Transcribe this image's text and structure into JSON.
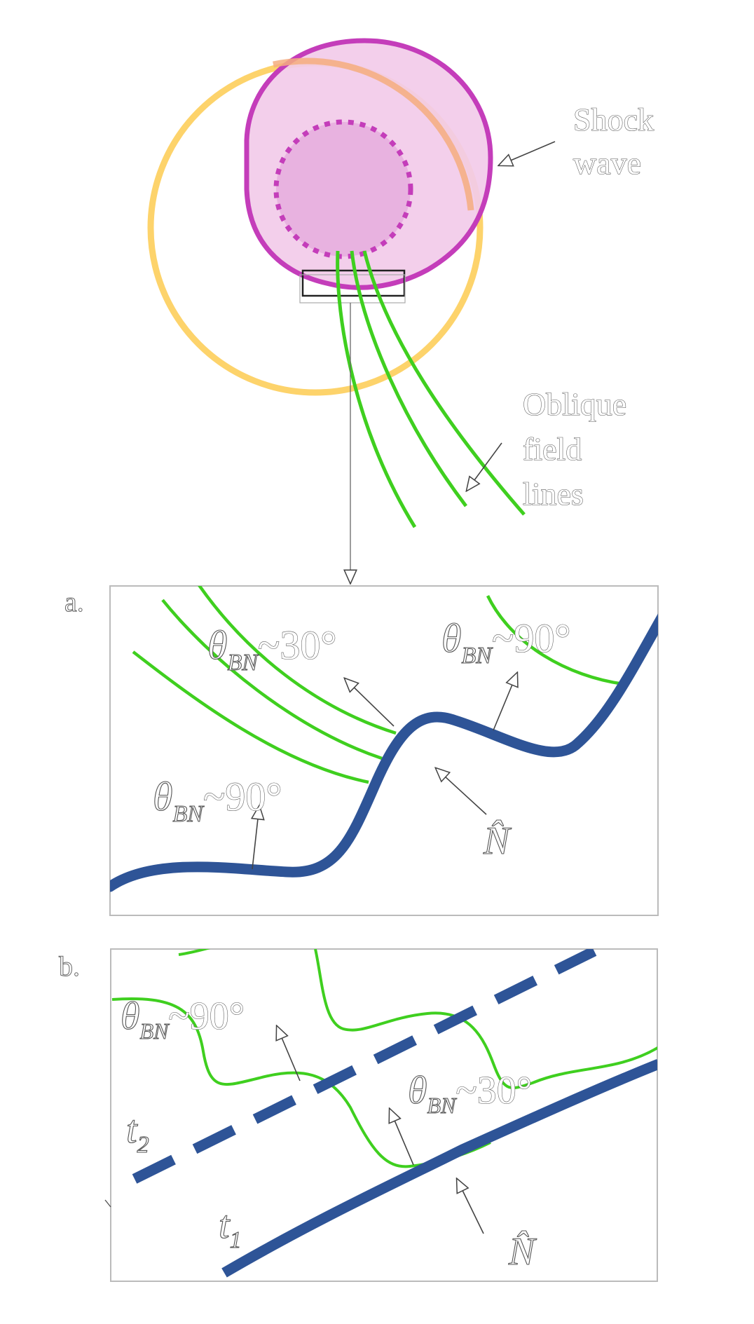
{
  "colors": {
    "sun": "#fdd36b",
    "shock_fill": "#f2cbe9",
    "shock_edge": "#c43dba",
    "core_fill": "#e8b2e0",
    "field_line": "#3fcf1f",
    "shock_front": "#2e5497",
    "arrow": "#444444"
  },
  "overview": {
    "shock_label_line1": "Shock",
    "shock_label_line2": "wave",
    "field_label_line1": "Oblique",
    "field_label_line2": "field",
    "field_label_line3": "lines"
  },
  "panel_a": {
    "letter": "a.",
    "angle_left_top": {
      "symbol": "θ",
      "sub": "BN",
      "value": "~30°"
    },
    "angle_right_top": {
      "symbol": "θ",
      "sub": "BN",
      "value": "~90°"
    },
    "angle_left_bottom": {
      "symbol": "θ",
      "sub": "BN",
      "value": "~90°"
    },
    "normal_label": "N̂"
  },
  "panel_b": {
    "letter": "b.",
    "angle_left": {
      "symbol": "θ",
      "sub": "BN",
      "value": "~90°"
    },
    "angle_right": {
      "symbol": "θ",
      "sub": "BN",
      "value": "~30°"
    },
    "t2_label": {
      "symbol": "t",
      "sub": "2"
    },
    "t1_label": {
      "symbol": "t",
      "sub": "1"
    },
    "normal_label": "N̂"
  }
}
